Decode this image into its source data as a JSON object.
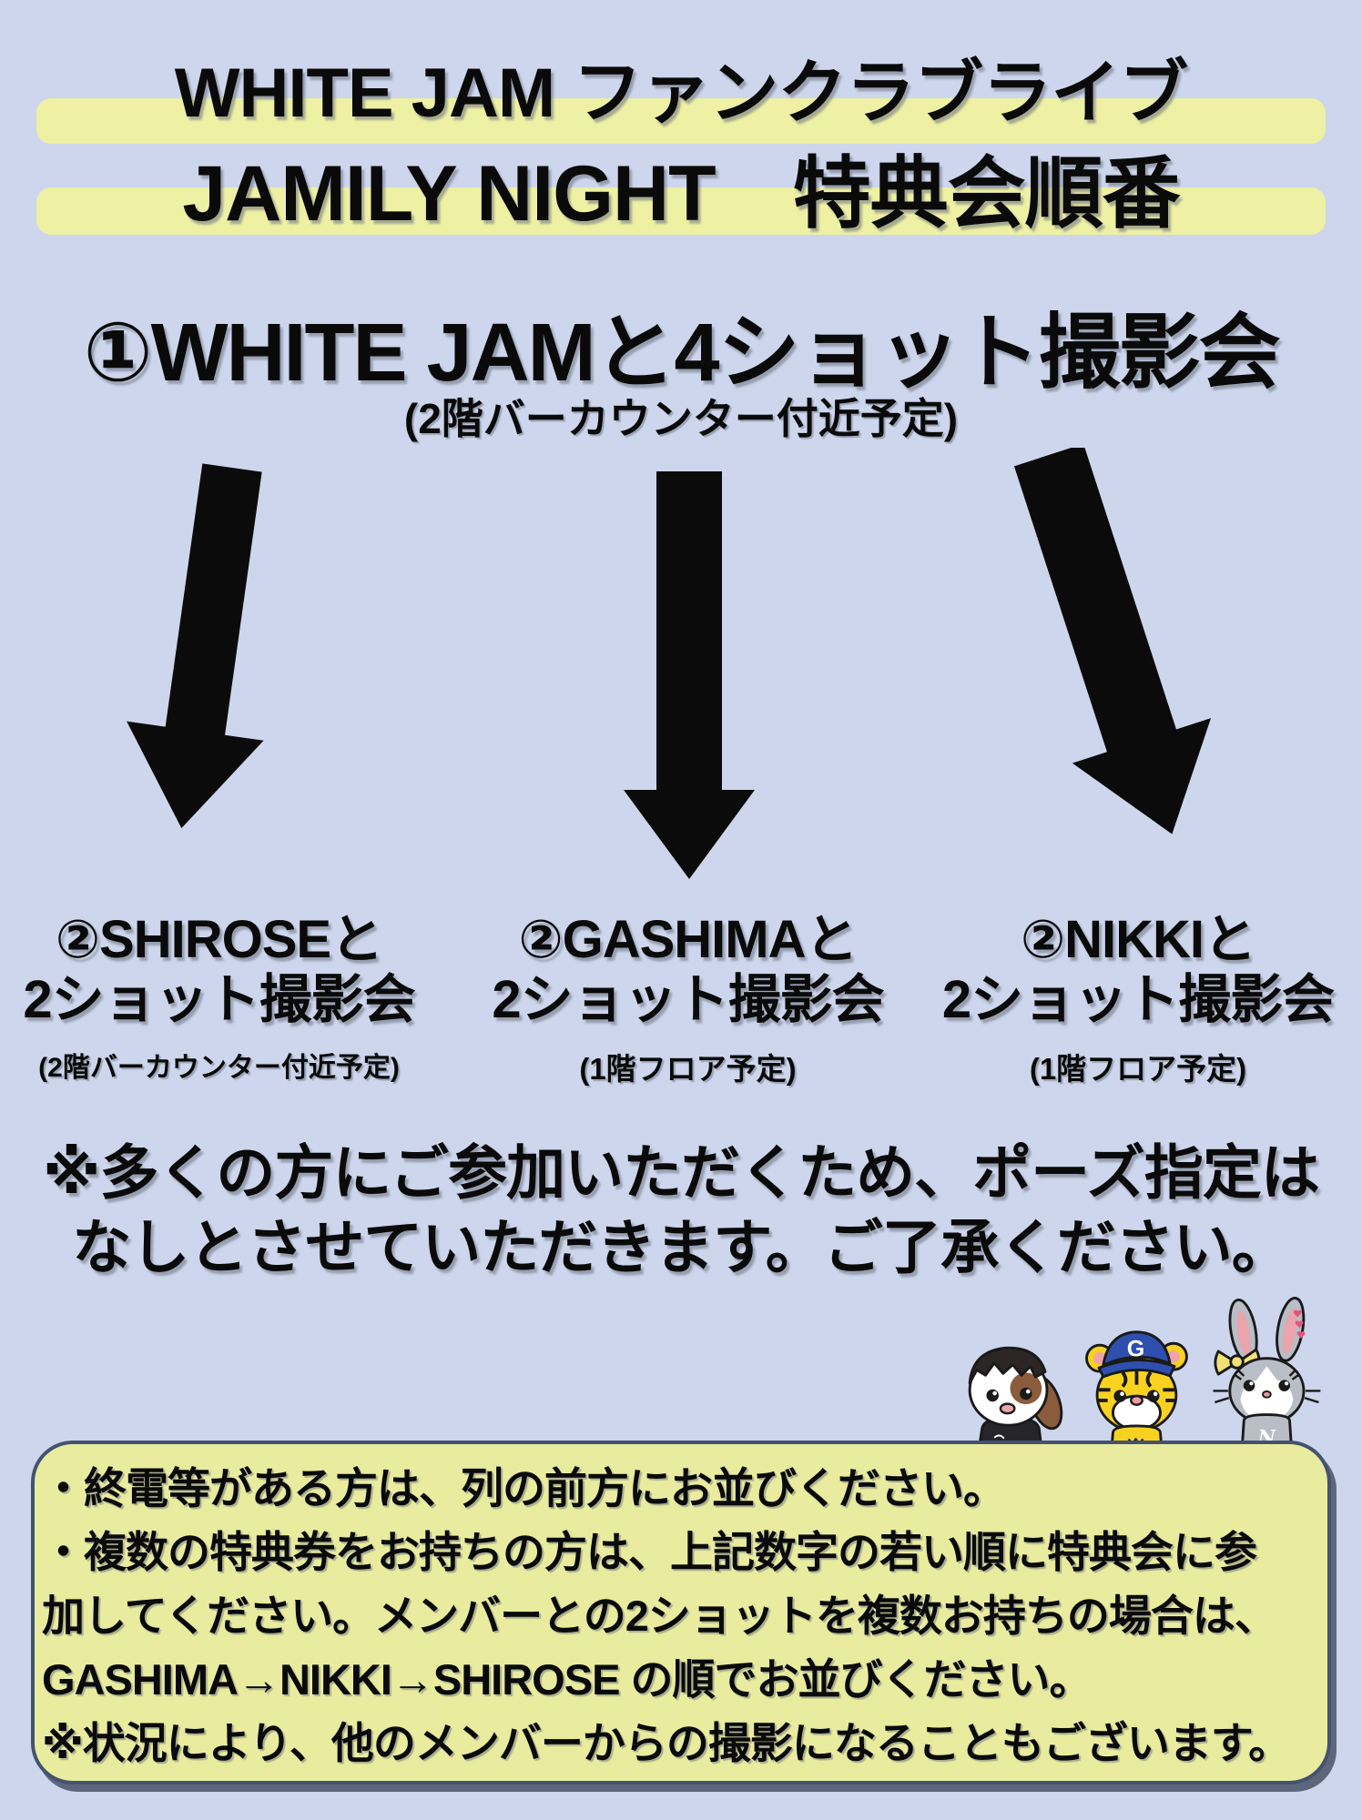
{
  "poster": {
    "background_color": "#cdd6ec",
    "highlight_color": "#eef0a4",
    "title_line1": "WHITE JAM ファンクラブライブ",
    "title_line2": "JAMILY NIGHT　特典会順番"
  },
  "step1": {
    "title": "①WHITE JAMと4ショット撮影会",
    "location": "(2階バーカウンター付近予定)"
  },
  "step2": {
    "columns": [
      {
        "title_line1": "②SHIROSEと",
        "title_line2": "2ショット撮影会",
        "location": "(2階バーカウンター付近予定)"
      },
      {
        "title_line1": "②GASHIMAと",
        "title_line2": "2ショット撮影会",
        "location": "(1階フロア予定)"
      },
      {
        "title_line1": "②NIKKIと",
        "title_line2": "2ショット撮影会",
        "location": "(1階フロア予定)"
      }
    ]
  },
  "notice": {
    "line1": "※多くの方にご参加いただくため、ポーズ指定は",
    "line2": "なしとさせていただきます。ご了承ください。"
  },
  "mascots": {
    "tiger_cap_letter": "G",
    "rabbit_chest_letter": "N"
  },
  "rules_box": {
    "fill_color": "#e9ec9e",
    "border_color": "#44536f",
    "lines": [
      "・終電等がある方は、列の前方にお並びください。",
      "・複数の特典券をお持ちの方は、上記数字の若い順に特典会に参",
      "加してください。メンバーとの2ショットを複数お持ちの場合は、",
      "GASHIMA→NIKKI→SHIROSE の順でお並びください。",
      "※状況により、他のメンバーからの撮影になることもございます。"
    ]
  }
}
